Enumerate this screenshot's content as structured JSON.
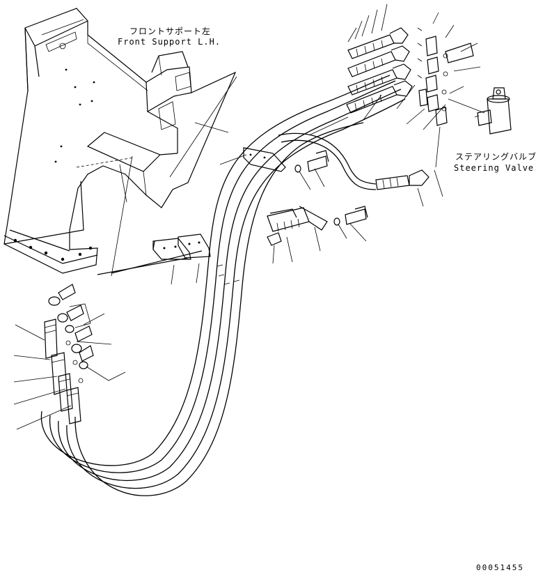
{
  "labels": {
    "front_support_jp": "フロントサポート左",
    "front_support_en": "Front Support L.H.",
    "steering_valve_jp": "ステアリングバルブ",
    "steering_valve_en": "Steering Valve",
    "drawing_number": "00051455"
  },
  "colors": {
    "line": "#000000",
    "background": "#ffffff"
  }
}
